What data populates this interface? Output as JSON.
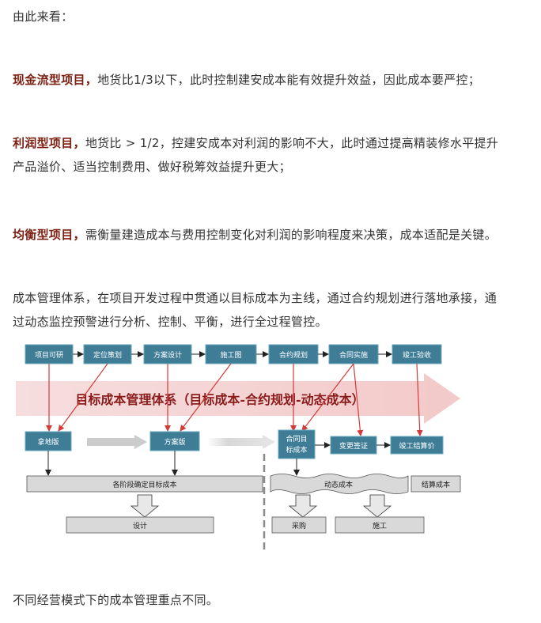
{
  "article": {
    "intro": "由此来看：",
    "p1": {
      "highlight": "现金流型项目，",
      "text": "地货比1/3以下，此时控制建安成本能有效提升效益，因此成本要严控；"
    },
    "p2": {
      "highlight": "利润型项目，",
      "text1": "地货比 > 1/2，控建安成本对利润的影响不大，此时通过提高精装修水平提升",
      "text2": "产品溢价、适当控制费用、做好税筹效益提升更大；"
    },
    "p3": {
      "highlight": "均衡型项目，",
      "text": "需衡量建造成本与费用控制变化对利润的影响程度来决策，成本适配是关键。"
    },
    "p4": {
      "line1": "成本管理体系，在项目开发过程中贯通以目标成本为主线，通过合约规划进行落地承接，通",
      "line2": "过动态监控预警进行分析、控制、平衡，进行全过程管控。"
    },
    "closing": "不同经营模式下的成本管理重点不同。"
  },
  "diagram": {
    "stages": [
      "项目可研",
      "定位策划",
      "方案设计",
      "施工图",
      "合约规划",
      "合同实施",
      "竣工验收"
    ],
    "banner": "目标成本管理体系（目标成本-合约规划-动态成本）",
    "milestones": {
      "land": "拿地版",
      "scheme": "方案版",
      "contract_line1": "合同目",
      "contract_line2": "标成本",
      "change": "变更签证",
      "settlement": "竣工结算价"
    },
    "bars": {
      "target_cost": "各阶段确定目标成本",
      "dynamic_cost": "动态成本",
      "final_cost": "结算成本"
    },
    "outputs": {
      "design": "设计",
      "procurement": "采购",
      "construction": "施工"
    },
    "colors": {
      "blue": "#3f7d97",
      "banner_text": "#8a1c1c",
      "red_arrow": "#d43a3a",
      "grey": "#9a9a9a"
    }
  }
}
